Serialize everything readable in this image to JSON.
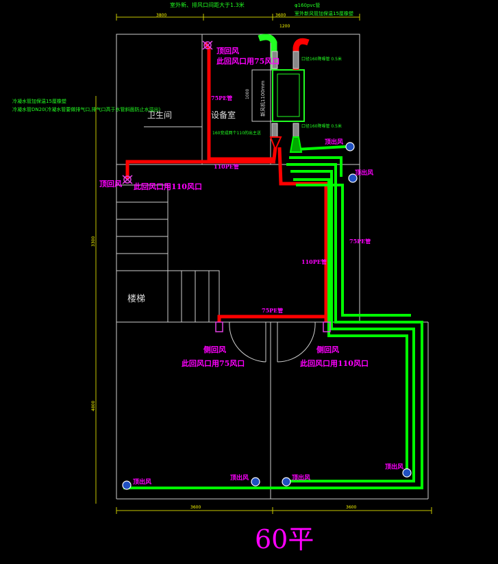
{
  "labels": {
    "top_note": "室外新、排风口间距大于1.3米",
    "dim_top_left": "3800",
    "dim_top_mid": "3600",
    "dim_top_small": "1200",
    "duct_160": "φ160pvc管",
    "fresh_insul": "室外新风管加保温15厘橡塑",
    "cond_insul": "冷凝水管加保温15厘橡塑",
    "cond_pipe": "冷凝水管DN20(冷凝水管要做排气口,排气口高于水管斜面防止水溢出)",
    "outlet_1": "口径160降噪管 0.5米",
    "outlet_2": "口径160降噪管 0.5米",
    "split_box": "160变成两个110的出主送",
    "top_return": "顶回风",
    "top_return_note": "此回风口用75风口",
    "pipe_75_a": "75PE管",
    "pipe_110_a": "110PE管",
    "bathroom": "卫生间",
    "equip_room": "设备室",
    "unit_name": "新风机1100mm",
    "unit_dim": "1000",
    "left_return": "顶回风",
    "left_return_note": "此回风口用110风口",
    "top_supply_1": "顶出风",
    "top_supply_2": "顶出风",
    "pipe_75_b": "75PE管",
    "pipe_110_b": "110PE管",
    "stairs": "楼梯",
    "pipe_75_c": "75PE管",
    "side_return_l": "侧回风",
    "side_return_l_note": "此回风口用75风口",
    "side_return_r": "侧回风",
    "side_return_r_note": "此回风口用110风口",
    "dim_left_a": "3300",
    "dim_left_b": "4800",
    "bottom_supply_1": "顶出风",
    "bottom_supply_2": "顶出风",
    "bottom_supply_3": "顶出风",
    "bottom_supply_4": "顶出风",
    "dim_bottom_left": "3600",
    "dim_bottom_right": "3600",
    "area": "60平"
  },
  "colors": {
    "return_duct": "#ff0000",
    "supply_duct": "#00ff00",
    "text_magenta": "#ff00ff",
    "wall": "#d0d0d0",
    "vent": "#ffffff"
  }
}
